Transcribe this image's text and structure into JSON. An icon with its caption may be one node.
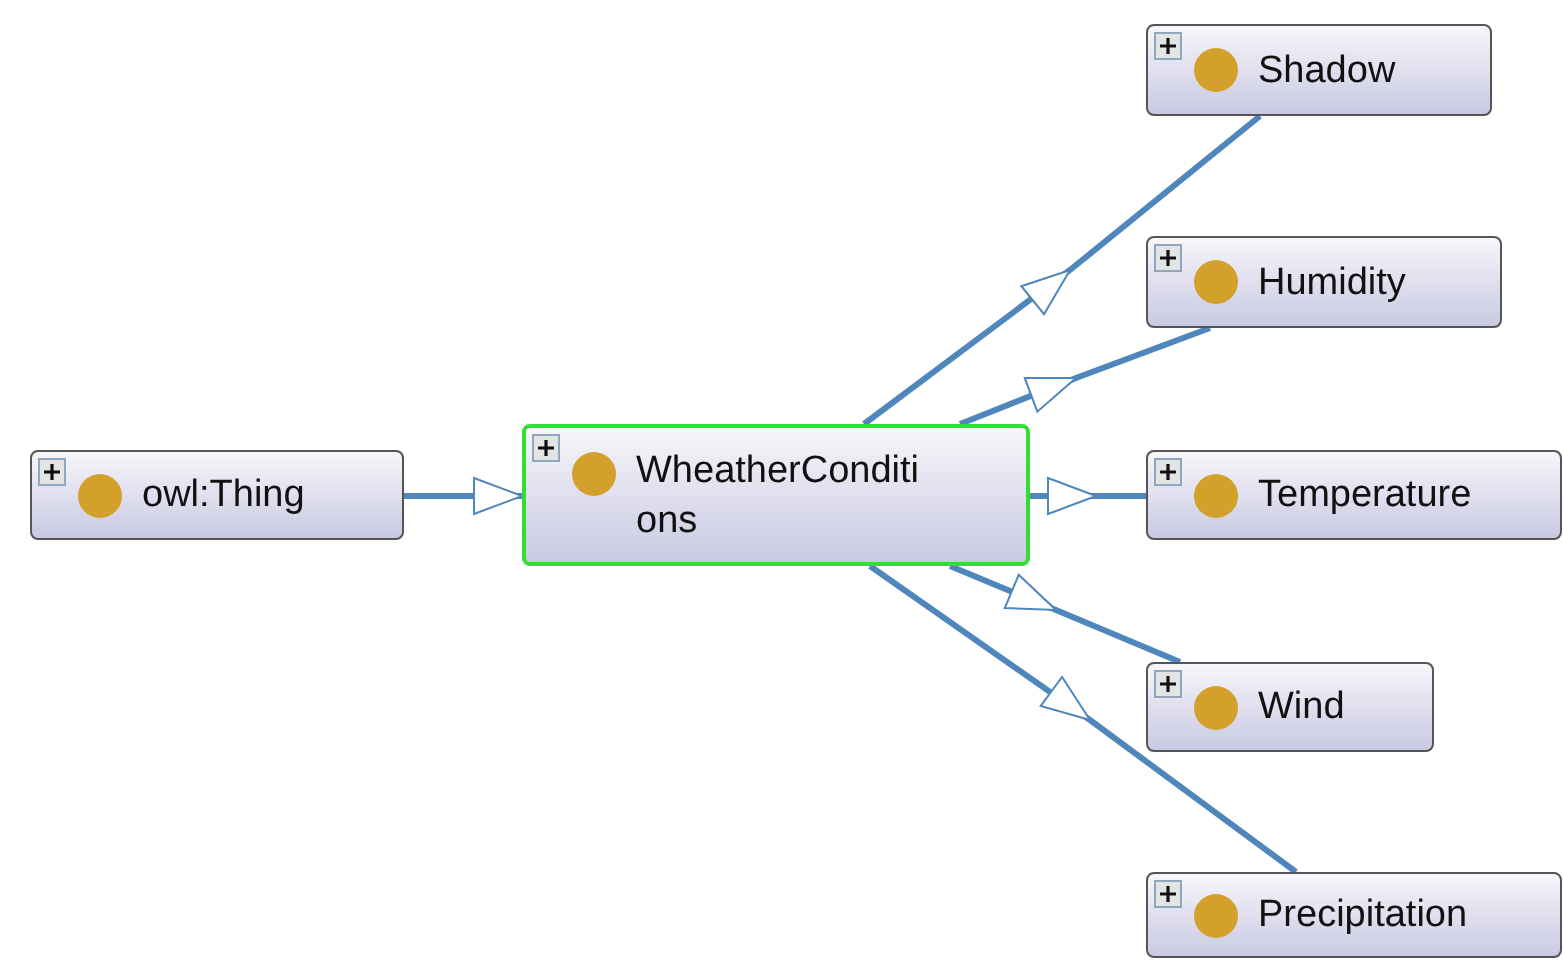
{
  "diagram": {
    "nodes": [
      {
        "text": [
          "owl:Thing"
        ]
      },
      {
        "text": [
          "WheatherConditions"
        ]
      },
      {
        "text": [
          "Shadow"
        ]
      },
      {
        "text": [
          "Humidity"
        ]
      },
      {
        "text": [
          "Temperature"
        ]
      },
      {
        "text": [
          "Wind"
        ]
      },
      {
        "text": [
          "Precipitation"
        ]
      }
    ],
    "edges": [
      {
        "from": 0,
        "to": 1,
        "arrow": "to"
      },
      {
        "from": 1,
        "to": 2,
        "arrow": "to"
      },
      {
        "from": 1,
        "to": 3,
        "arrow": "to"
      },
      {
        "from": 1,
        "to": 4,
        "arrow": "to"
      },
      {
        "from": 1,
        "to": 5,
        "arrow": "to"
      },
      {
        "from": 1,
        "to": 6,
        "arrow": "to"
      }
    ]
  }
}
